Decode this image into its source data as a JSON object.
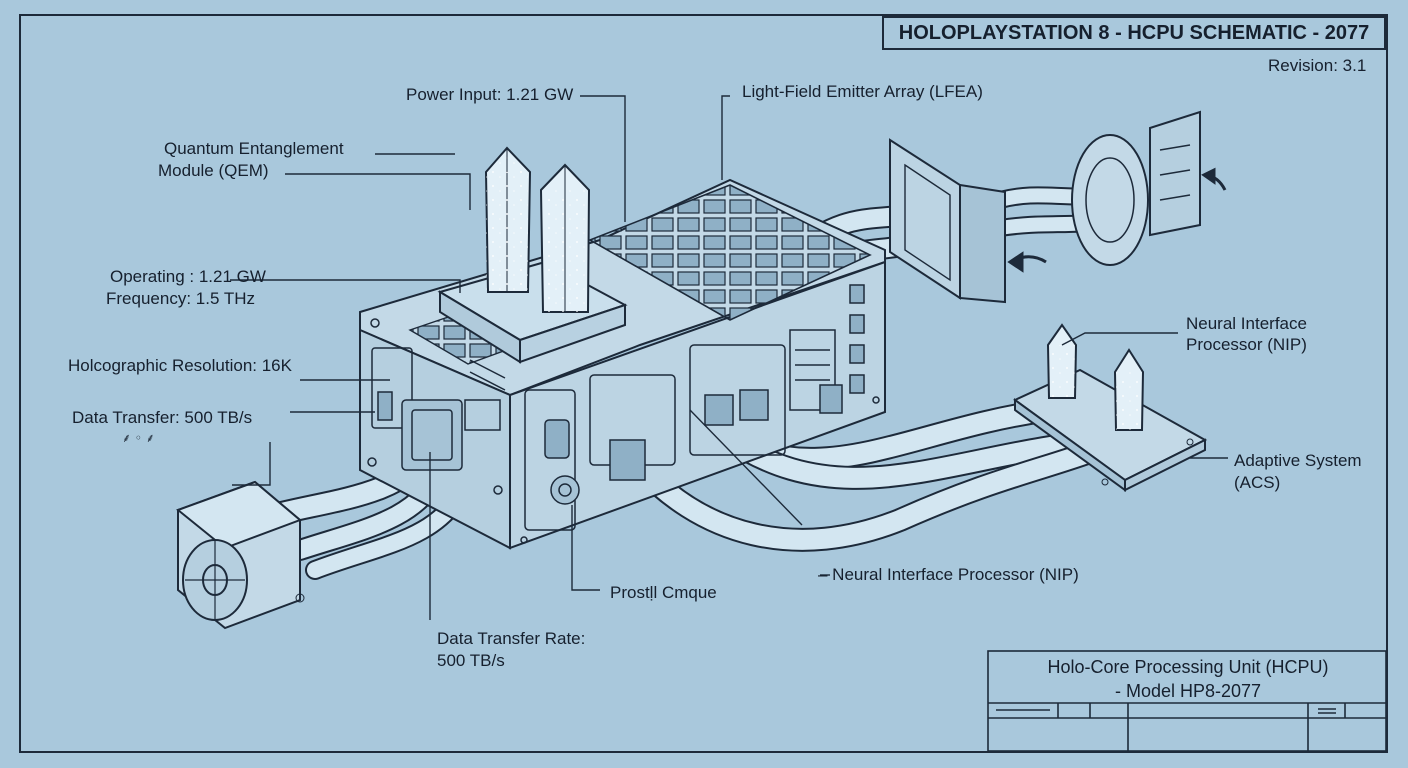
{
  "header": {
    "title": "HOLOPLAYSTATION 8 - HCPU SCHEMATIC - 2077",
    "revision": "Revision: 3.1"
  },
  "labels": {
    "power_input": "Power Input: 1.21 GW",
    "lfea": "Light-Field Emitter Array (LFEA)",
    "qem_line1": "Quantum Entanglement",
    "qem_line2": "Module (QEM)",
    "operating_line1": "Operating : 1.21 GW",
    "operating_line2": "Frequency: 1.5 THz",
    "holo_resolution": "Holcographic Resolution: 16K",
    "data_transfer": "Data Transfer: 500 TB/s",
    "nip_top_line1": "Neural Interface",
    "nip_top_line2": "Processor (NIP)",
    "acs_line1": "Adaptive System",
    "acs_line2": "(ACS)",
    "prostl": "Prostḷl Cmque",
    "nip_bottom": "– Neural Interface Processor (NIP)",
    "dtr_line1": "Data Transfer Rate:",
    "dtr_line2": "500 TB/s"
  },
  "title_block": {
    "line1": "Holo-Core Processing Unit (HCPU)",
    "line2": "- Model HP8-2077"
  },
  "colors": {
    "background": "#a9c8dc",
    "ink": "#1d2a3a",
    "body_fill": "#c3d9e7",
    "tube_fill": "#d3e6f1",
    "crystal_fill": "#e3f0f8"
  }
}
